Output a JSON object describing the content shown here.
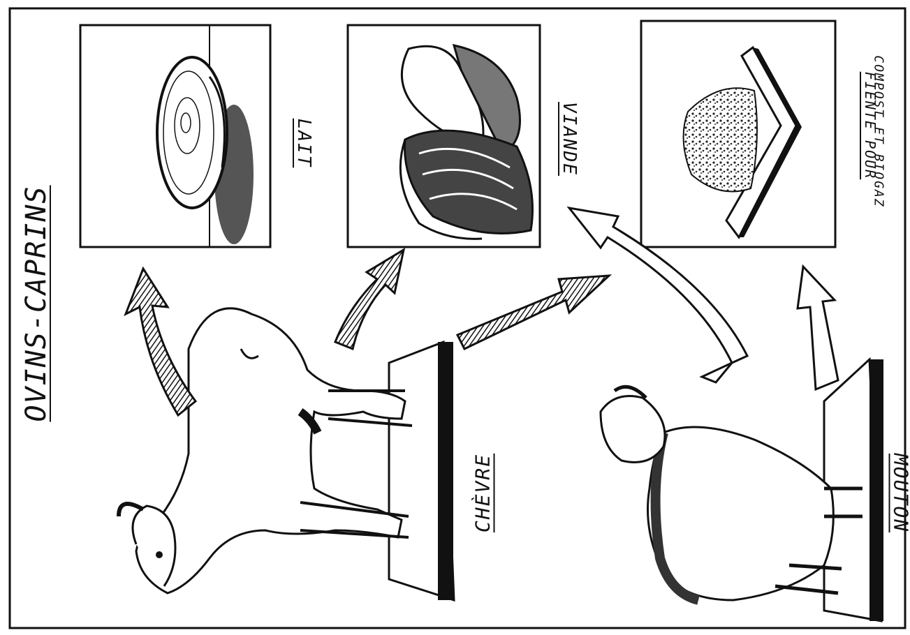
{
  "title": "OVINS-CAPRINS",
  "products": {
    "milk": "LAIT",
    "meat": "VIANDE",
    "droppings_line1": "FIENTE POUR",
    "droppings_line2": "COMPOST ET BIOGAZ"
  },
  "animals": {
    "goat": "CHÈVRE",
    "sheep": "MOUTON"
  },
  "colors": {
    "ink": "#111111",
    "paper": "#ffffff",
    "shade": "#555555"
  }
}
